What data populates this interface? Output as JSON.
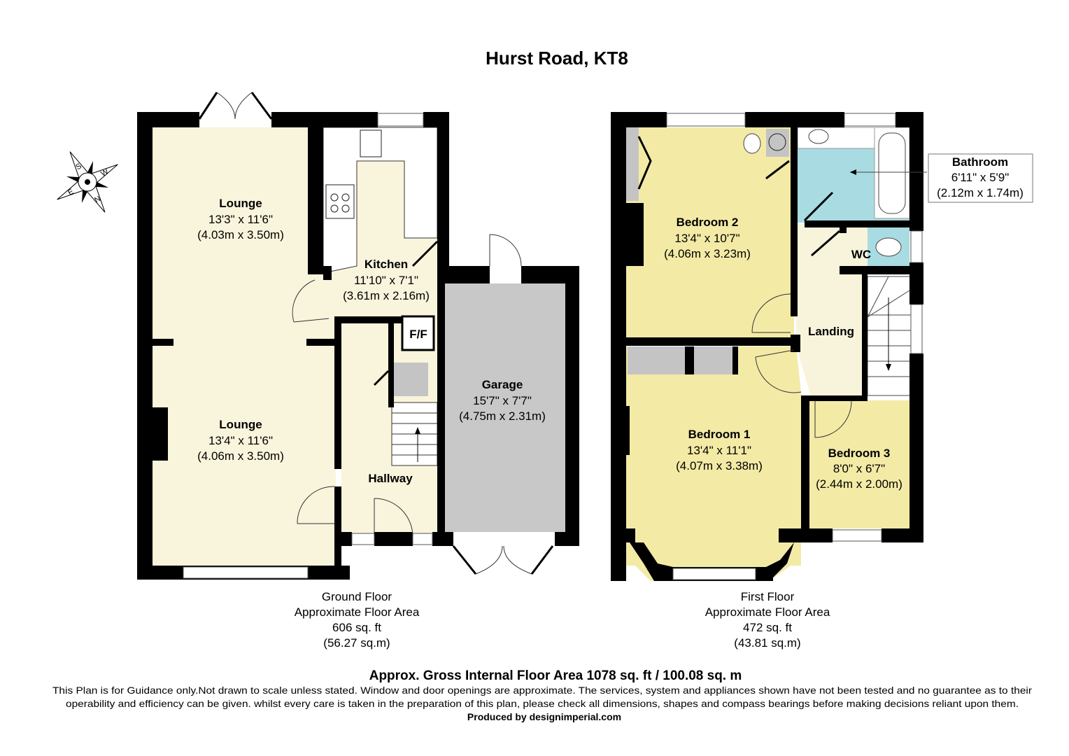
{
  "title": "Hurst Road, KT8",
  "compass": {
    "letters": [
      "S",
      "W",
      "E",
      "N"
    ]
  },
  "colors": {
    "wall": "#000000",
    "lounge": "#f9f4dc",
    "bedroom": "#f3eaa6",
    "bathroom": "#a9dbe2",
    "garage": "#c8c8c8",
    "storage": "#c4c4c4"
  },
  "ground_floor": {
    "rooms": [
      {
        "name": "Lounge",
        "imperial": "13'3\" x 11'6\"",
        "metric": "(4.03m x 3.50m)"
      },
      {
        "name": "Lounge",
        "imperial": "13'4\" x 11'6\"",
        "metric": "(4.06m x 3.50m)"
      },
      {
        "name": "Kitchen",
        "imperial": "11'10\" x 7'1\"",
        "metric": "(3.61m x 2.16m)"
      },
      {
        "name": "Garage",
        "imperial": "15'7\" x 7'7\"",
        "metric": "(4.75m x 2.31m)"
      },
      {
        "name": "Hallway"
      }
    ],
    "ff_label": "F/F",
    "summary": [
      "Ground Floor",
      "Approximate Floor Area",
      "606 sq. ft",
      "(56.27 sq.m)"
    ]
  },
  "first_floor": {
    "rooms": [
      {
        "name": "Bedroom 2",
        "imperial": "13'4\" x 10'7\"",
        "metric": "(4.06m x 3.23m)"
      },
      {
        "name": "Bathroom",
        "imperial": "6'11\" x 5'9\"",
        "metric": "(2.12m x 1.74m)"
      },
      {
        "name": "WC"
      },
      {
        "name": "Landing"
      },
      {
        "name": "Bedroom 1",
        "imperial": "13'4\" x 11'1\"",
        "metric": "(4.07m x 3.38m)"
      },
      {
        "name": "Bedroom 3",
        "imperial": "8'0\" x 6'7\"",
        "metric": "(2.44m x 2.00m)"
      }
    ],
    "summary": [
      "First Floor",
      "Approximate Floor Area",
      "472 sq. ft",
      "(43.81 sq.m)"
    ]
  },
  "footer": {
    "gross": "Approx. Gross Internal Floor Area 1078 sq. ft /  100.08 sq. m",
    "disclaimer_1": "This Plan is for Guidance only.Not drawn to scale unless stated. Window and door openings are approximate. The services, system and appliances shown have not been tested and no guarantee as to their",
    "disclaimer_2": "operability and efficiency can be given. whilst every care is taken in the preparation of this plan, please check all dimensions, shapes and compass bearings before making decisions reliant upon them.",
    "produced_by": "Produced by designimperial.com"
  }
}
